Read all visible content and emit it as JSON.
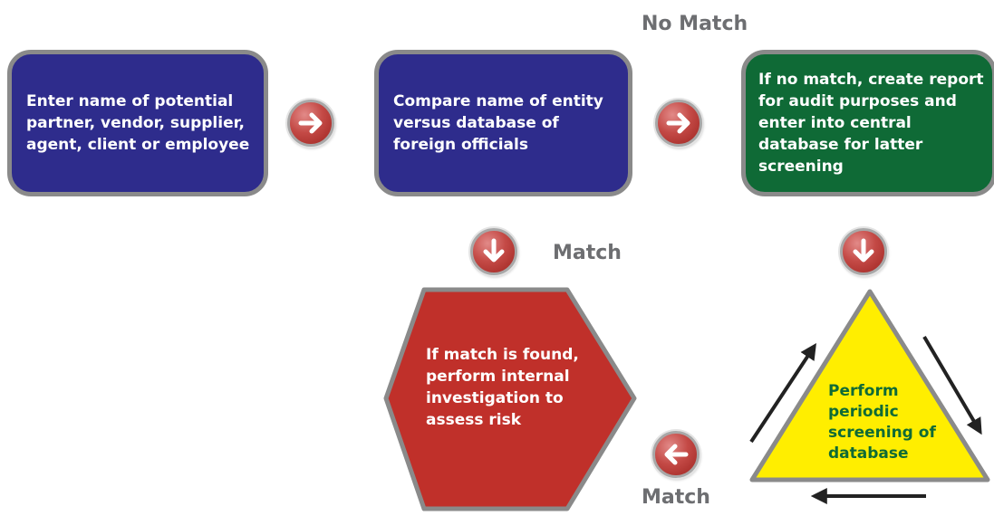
{
  "steps": {
    "enter": "Enter name of potential partner, vendor, supplier, agent, client or employee",
    "compare": "Compare name of entity versus database of foreign officials",
    "no_match_report": "If no match, create report for audit purposes and enter into central database for latter screening",
    "investigate": "If match is found, perform internal investigation to assess risk",
    "periodic": "Perform periodic screening of database"
  },
  "labels": {
    "no_match": "No Match",
    "match_down": "Match",
    "match_bottom": "Match"
  },
  "icons": {
    "arrow_1": "arrow-right-icon",
    "arrow_2": "arrow-right-icon",
    "arrow_3": "arrow-down-icon",
    "arrow_4": "arrow-down-icon",
    "arrow_5": "arrow-left-icon"
  },
  "colors": {
    "blue_box": "#2e2c8c",
    "green_box": "#0f6a36",
    "red_hexagon": "#c0302a",
    "yellow_triangle": "#ffee00",
    "border_gray": "#8a8a8a",
    "label_gray": "#6d6e71",
    "arrow_circle": "#c44a46"
  }
}
